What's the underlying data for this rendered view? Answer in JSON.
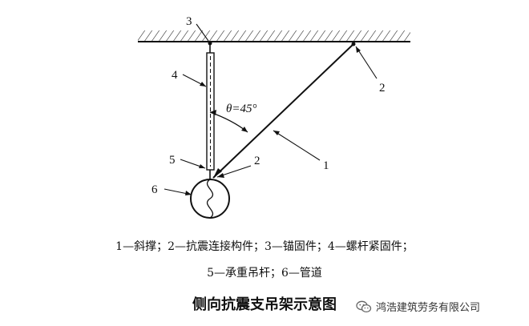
{
  "labels": {
    "anchor_fixing": "3",
    "screw_rod": "4",
    "hanger_rod": "5",
    "pipe": "6",
    "brace": "1",
    "connector_top": "2",
    "connector_bottom": "2",
    "angle": "θ=45°"
  },
  "legend": {
    "line1": "1—斜撑；2—抗震连接构件；3—锚固件；4—螺杆紧固件；",
    "line2": "5—承重吊杆；6—管道"
  },
  "caption": "侧向抗震支吊架示意图",
  "watermark": {
    "icon": "wechat-icon",
    "text": "鸿浩建筑劳务有限公司"
  }
}
